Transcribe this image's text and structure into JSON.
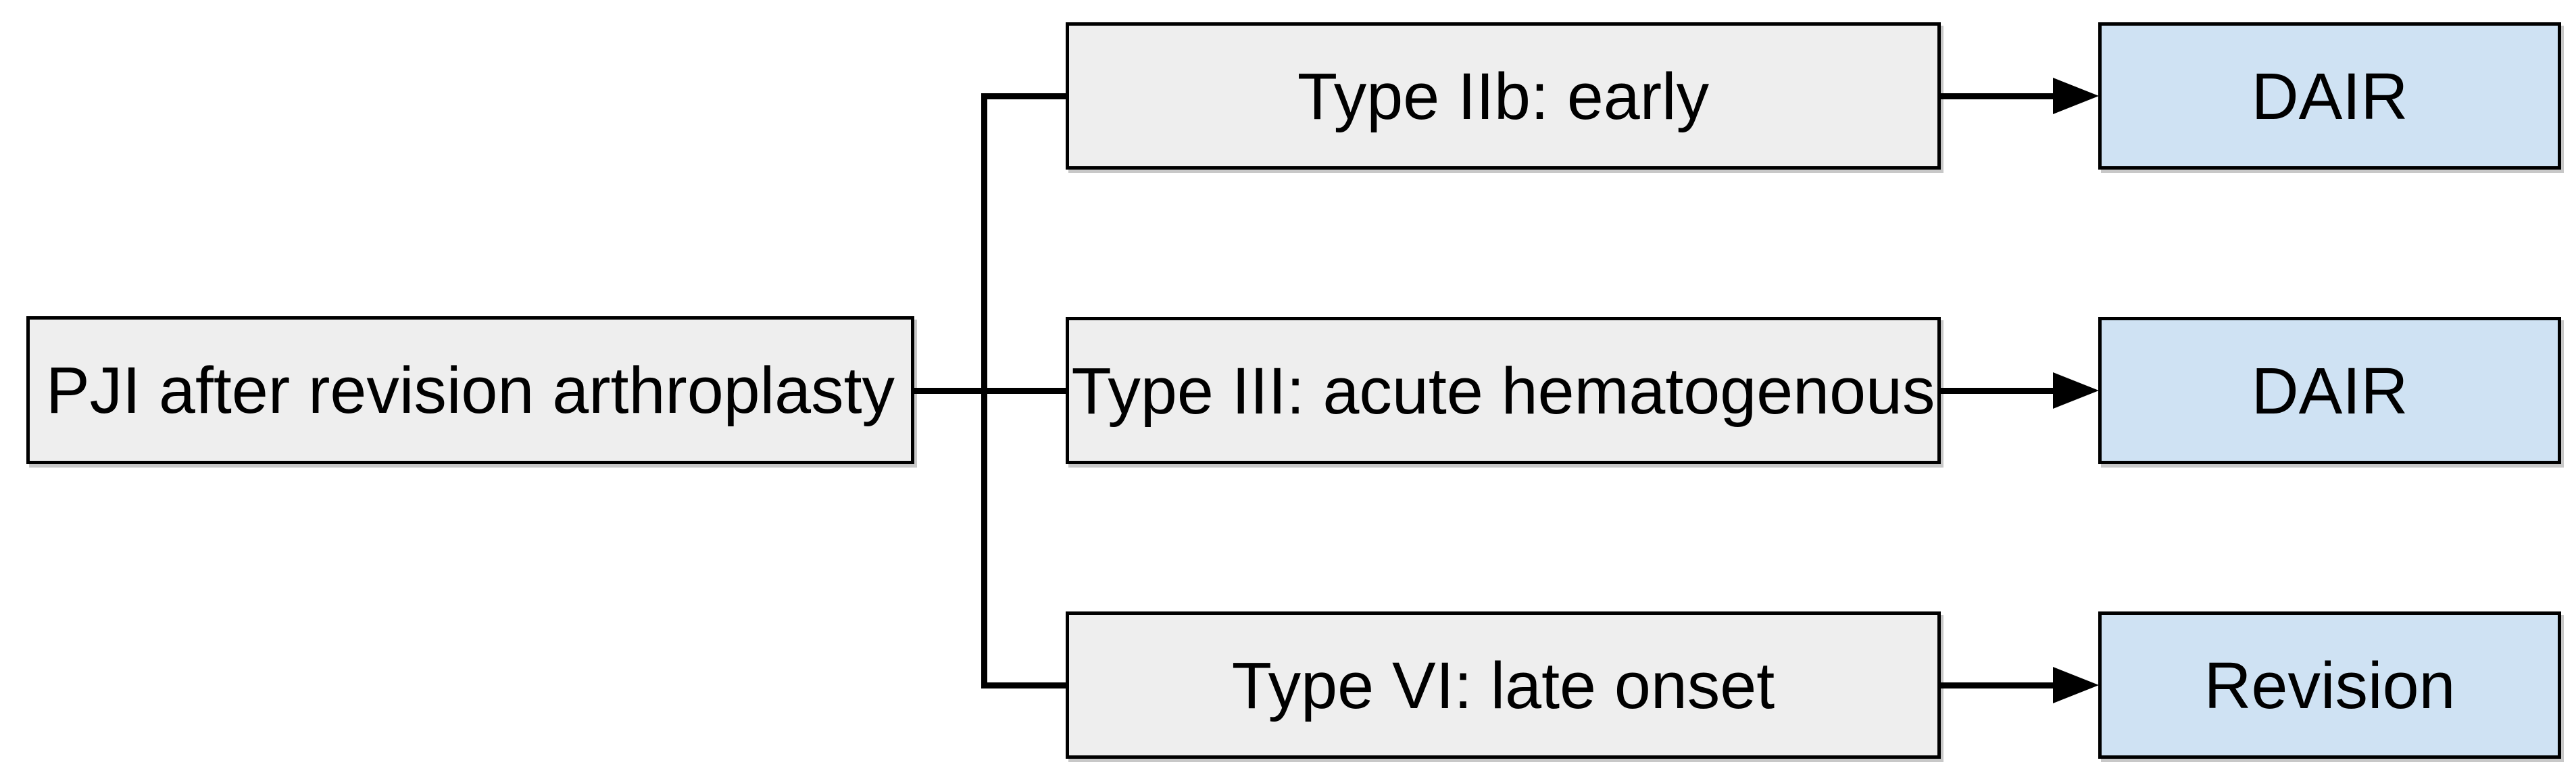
{
  "diagram": {
    "root": {
      "label": "PJI after revision arthroplasty"
    },
    "branches": [
      {
        "type": "Type IIb: early",
        "outcome": "DAIR"
      },
      {
        "type": "Type III: acute hematogenous",
        "outcome": "DAIR"
      },
      {
        "type": "Type VI: late onset",
        "outcome": "Revision"
      }
    ],
    "colors": {
      "node_fill": "#eeeeee",
      "outcome_fill": "#cfe2f3",
      "border": "#000000",
      "connector": "#000000"
    }
  }
}
